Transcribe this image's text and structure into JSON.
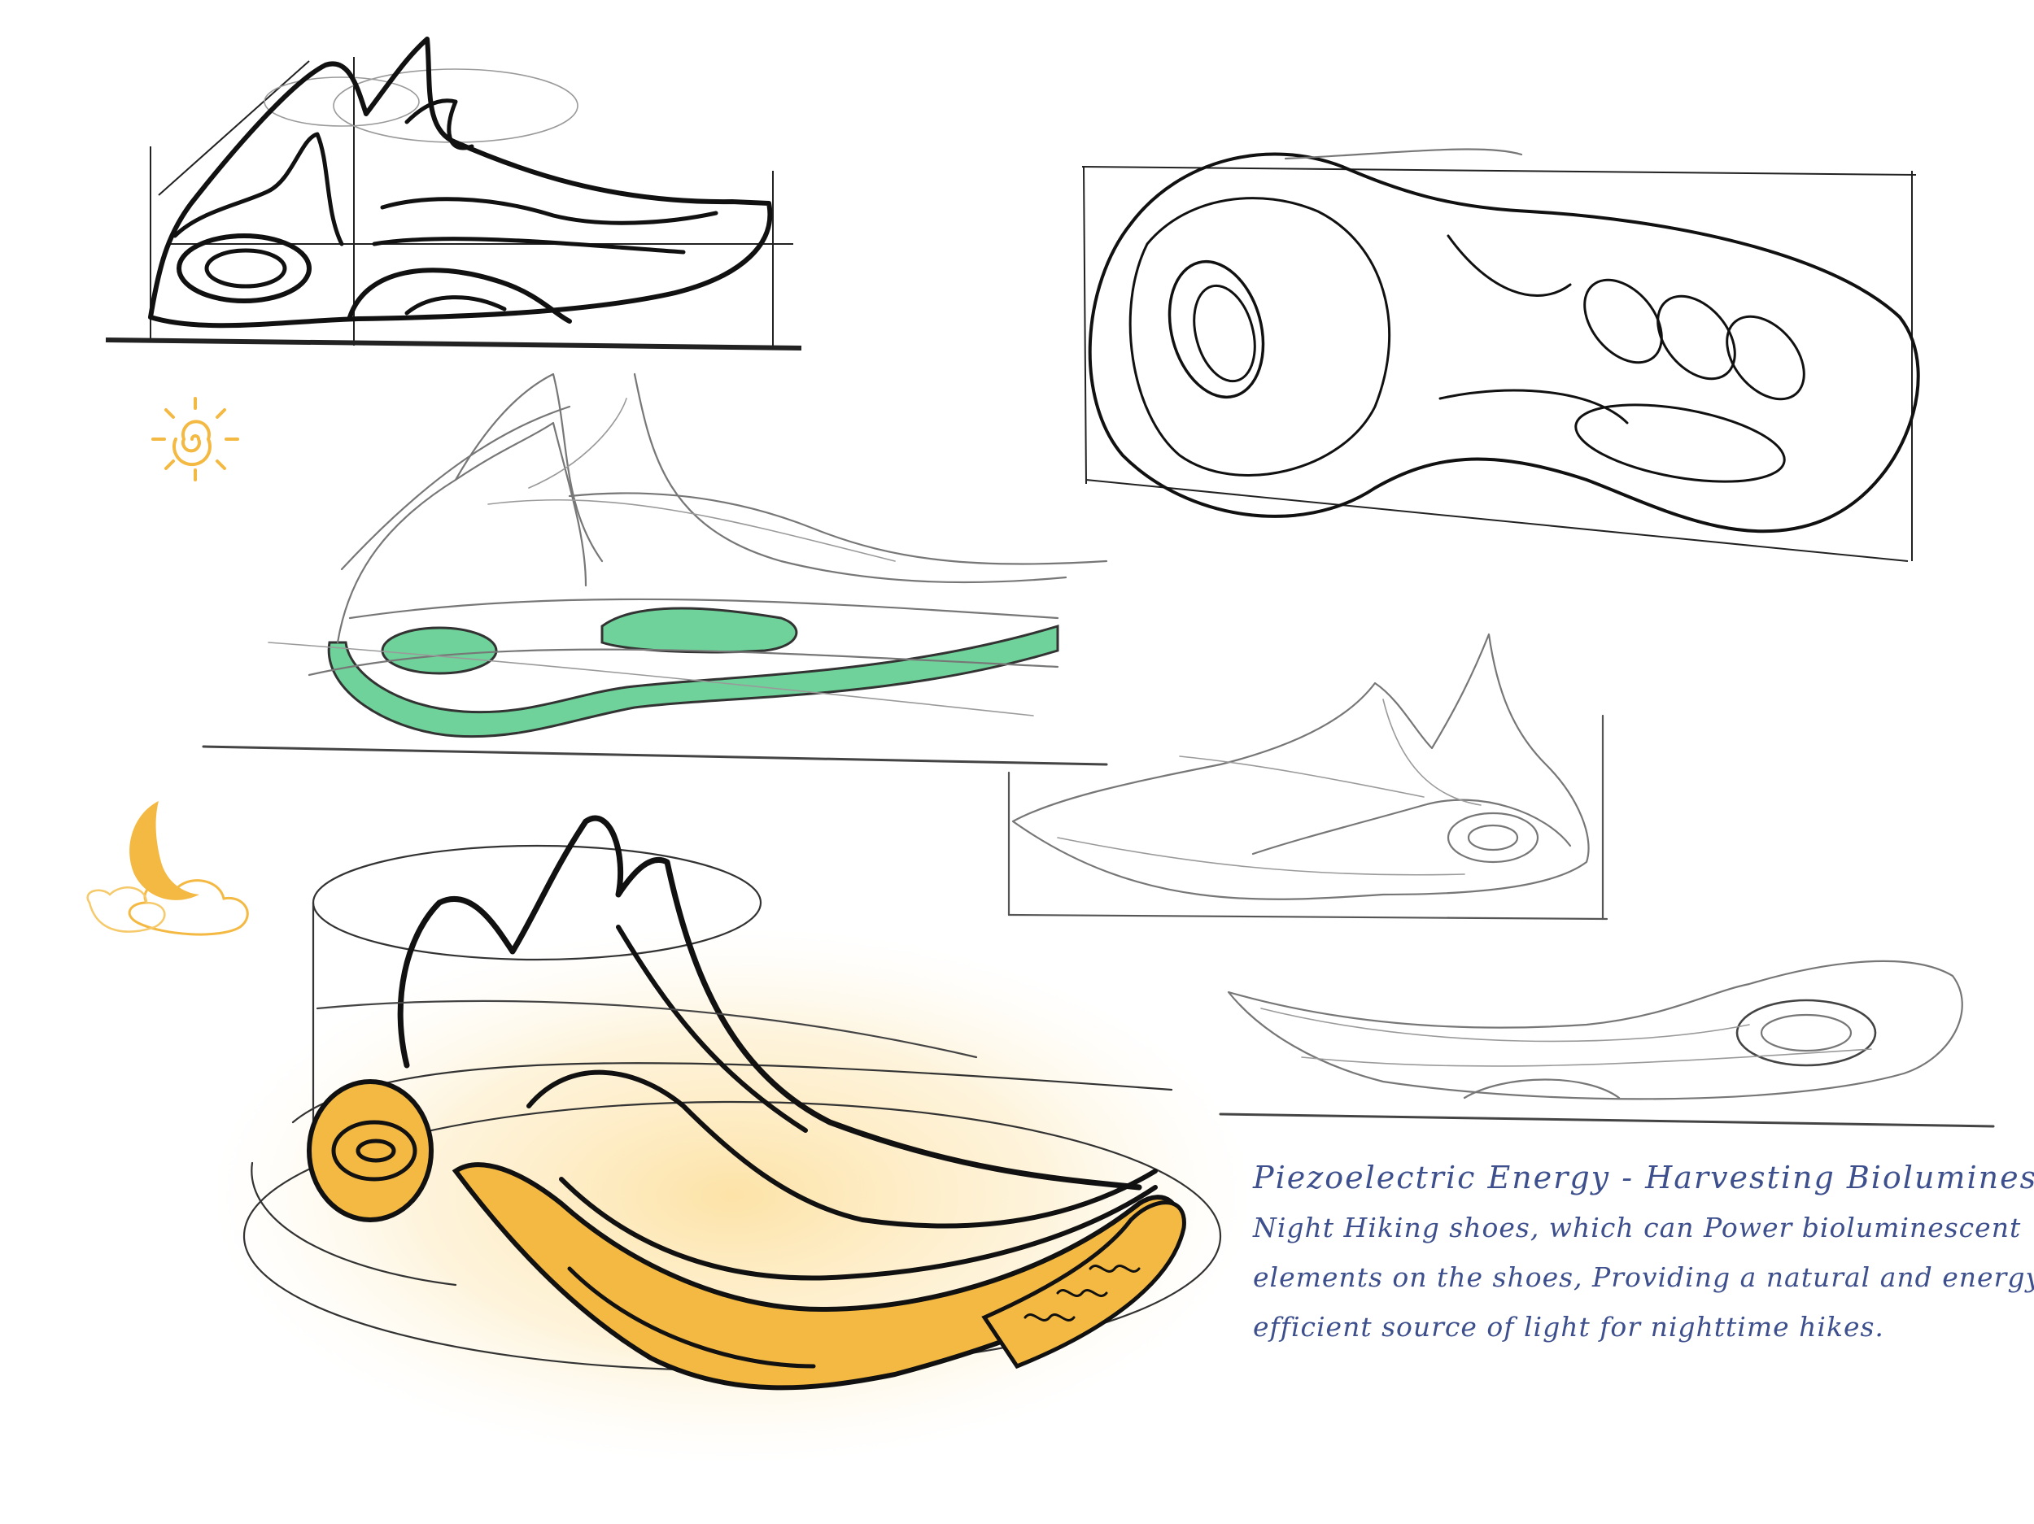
{
  "note": {
    "line1": "Piezoelectric Energy - Harvesting Bioluminescent",
    "line2": "Night Hiking shoes, which can Power bioluminescent",
    "line3": "elements on the shoes, Providing a natural and energy",
    "line4": "efficient source of light for nighttime hikes."
  },
  "colors": {
    "ink": "#111111",
    "pencil": "#777777",
    "green_fill": "#6fd29a",
    "yellow_fill": "#f4b942",
    "yellow_glow": "#fde6b0",
    "note_ink": "#3d4f8c"
  },
  "icons": {
    "sun": "sun-icon",
    "moon": "moon-cloud-icon"
  }
}
